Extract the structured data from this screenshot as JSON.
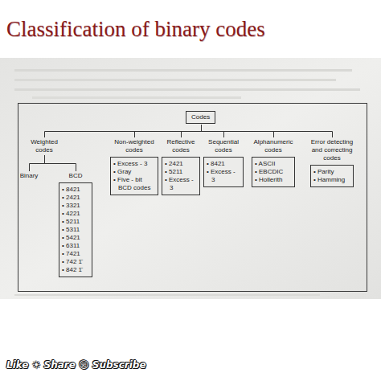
{
  "diagram": {
    "title": "Classification of binary codes",
    "nodes": [
      {
        "text": [
          "Codes"
        ]
      },
      {
        "text": [
          "Weighted codes"
        ]
      },
      {
        "text": [
          "Binary"
        ]
      },
      {
        "text": [
          "BCD",
          "• 8421",
          "• 2421",
          "• 3321",
          "• 4221",
          "• 5211",
          "• 5311",
          "• 5421",
          "• 6311",
          "• 7421",
          "• 742 1̄",
          "• 842 1̄"
        ]
      },
      {
        "text": [
          "Non-weighted codes",
          "• Excess - 3",
          "• Gray",
          "• Five - bit BCD codes"
        ]
      },
      {
        "text": [
          "Reflective codes",
          "• 2421",
          "• 5211",
          "• Excess - 3"
        ]
      },
      {
        "text": [
          "Sequential codes",
          "• 8421",
          "• Excess - 3"
        ]
      },
      {
        "text": [
          "Alphanumeric codes",
          "• ASCII",
          "• EBCDIC",
          "• Hollerith"
        ]
      },
      {
        "text": [
          "Error detecting and correcting codes",
          "• Parity",
          "• Hamming"
        ]
      }
    ],
    "edges": [
      {
        "from": 0,
        "to": 1,
        "arrow": "none"
      },
      {
        "from": 0,
        "to": 4,
        "arrow": "none"
      },
      {
        "from": 0,
        "to": 5,
        "arrow": "none"
      },
      {
        "from": 0,
        "to": 6,
        "arrow": "none"
      },
      {
        "from": 0,
        "to": 7,
        "arrow": "none"
      },
      {
        "from": 0,
        "to": 8,
        "arrow": "none"
      },
      {
        "from": 1,
        "to": 2,
        "arrow": "none"
      },
      {
        "from": 1,
        "to": 3,
        "arrow": "none"
      }
    ],
    "labels": [
      "Like ☀ Share 😊 Subscribe"
    ]
  }
}
